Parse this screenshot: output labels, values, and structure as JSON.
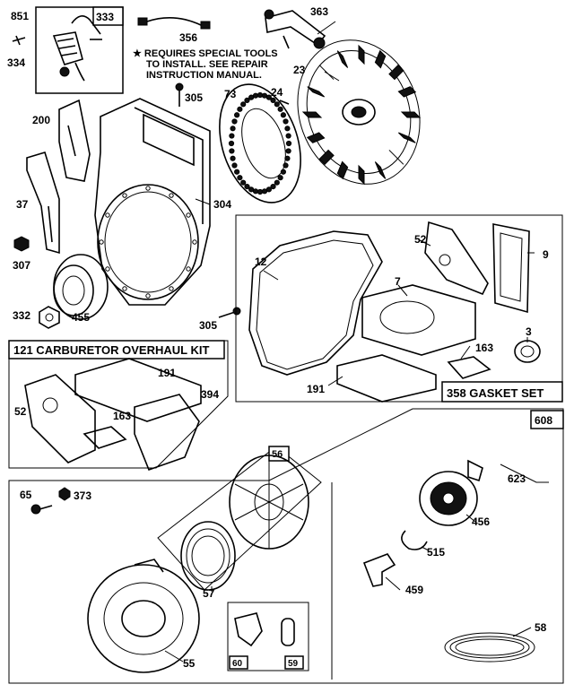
{
  "labels": {
    "l851": "851",
    "l333": "333",
    "l334": "334",
    "l356": "356",
    "l363": "363",
    "l23": "23",
    "l305a": "305",
    "l73": "73",
    "l24": "24",
    "l200": "200",
    "l304": "304",
    "l37": "37",
    "l307": "307",
    "l332": "332",
    "l455": "455",
    "l305b": "305",
    "l12": "12",
    "l52a": "52",
    "l9": "9",
    "l7": "7",
    "l3": "3",
    "l163a": "163",
    "l191a": "191",
    "l191b": "191",
    "l394": "394",
    "l52b": "52",
    "l163b": "163",
    "l608": "608",
    "l56": "56",
    "l623": "623",
    "l65": "65",
    "l373": "373",
    "l456": "456",
    "l515": "515",
    "l57": "57",
    "l459": "459",
    "l58": "58",
    "l55": "55",
    "l60": "60",
    "l59": "59"
  },
  "notes": {
    "special_tools_line1": "★ REQUIRES SPECIAL TOOLS",
    "special_tools_line2": "TO INSTALL. SEE REPAIR",
    "special_tools_line3": "INSTRUCTION MANUAL."
  },
  "kits": {
    "carburetor": "121 CARBURETOR OVERHAUL KIT",
    "gasket": "358 GASKET SET"
  }
}
